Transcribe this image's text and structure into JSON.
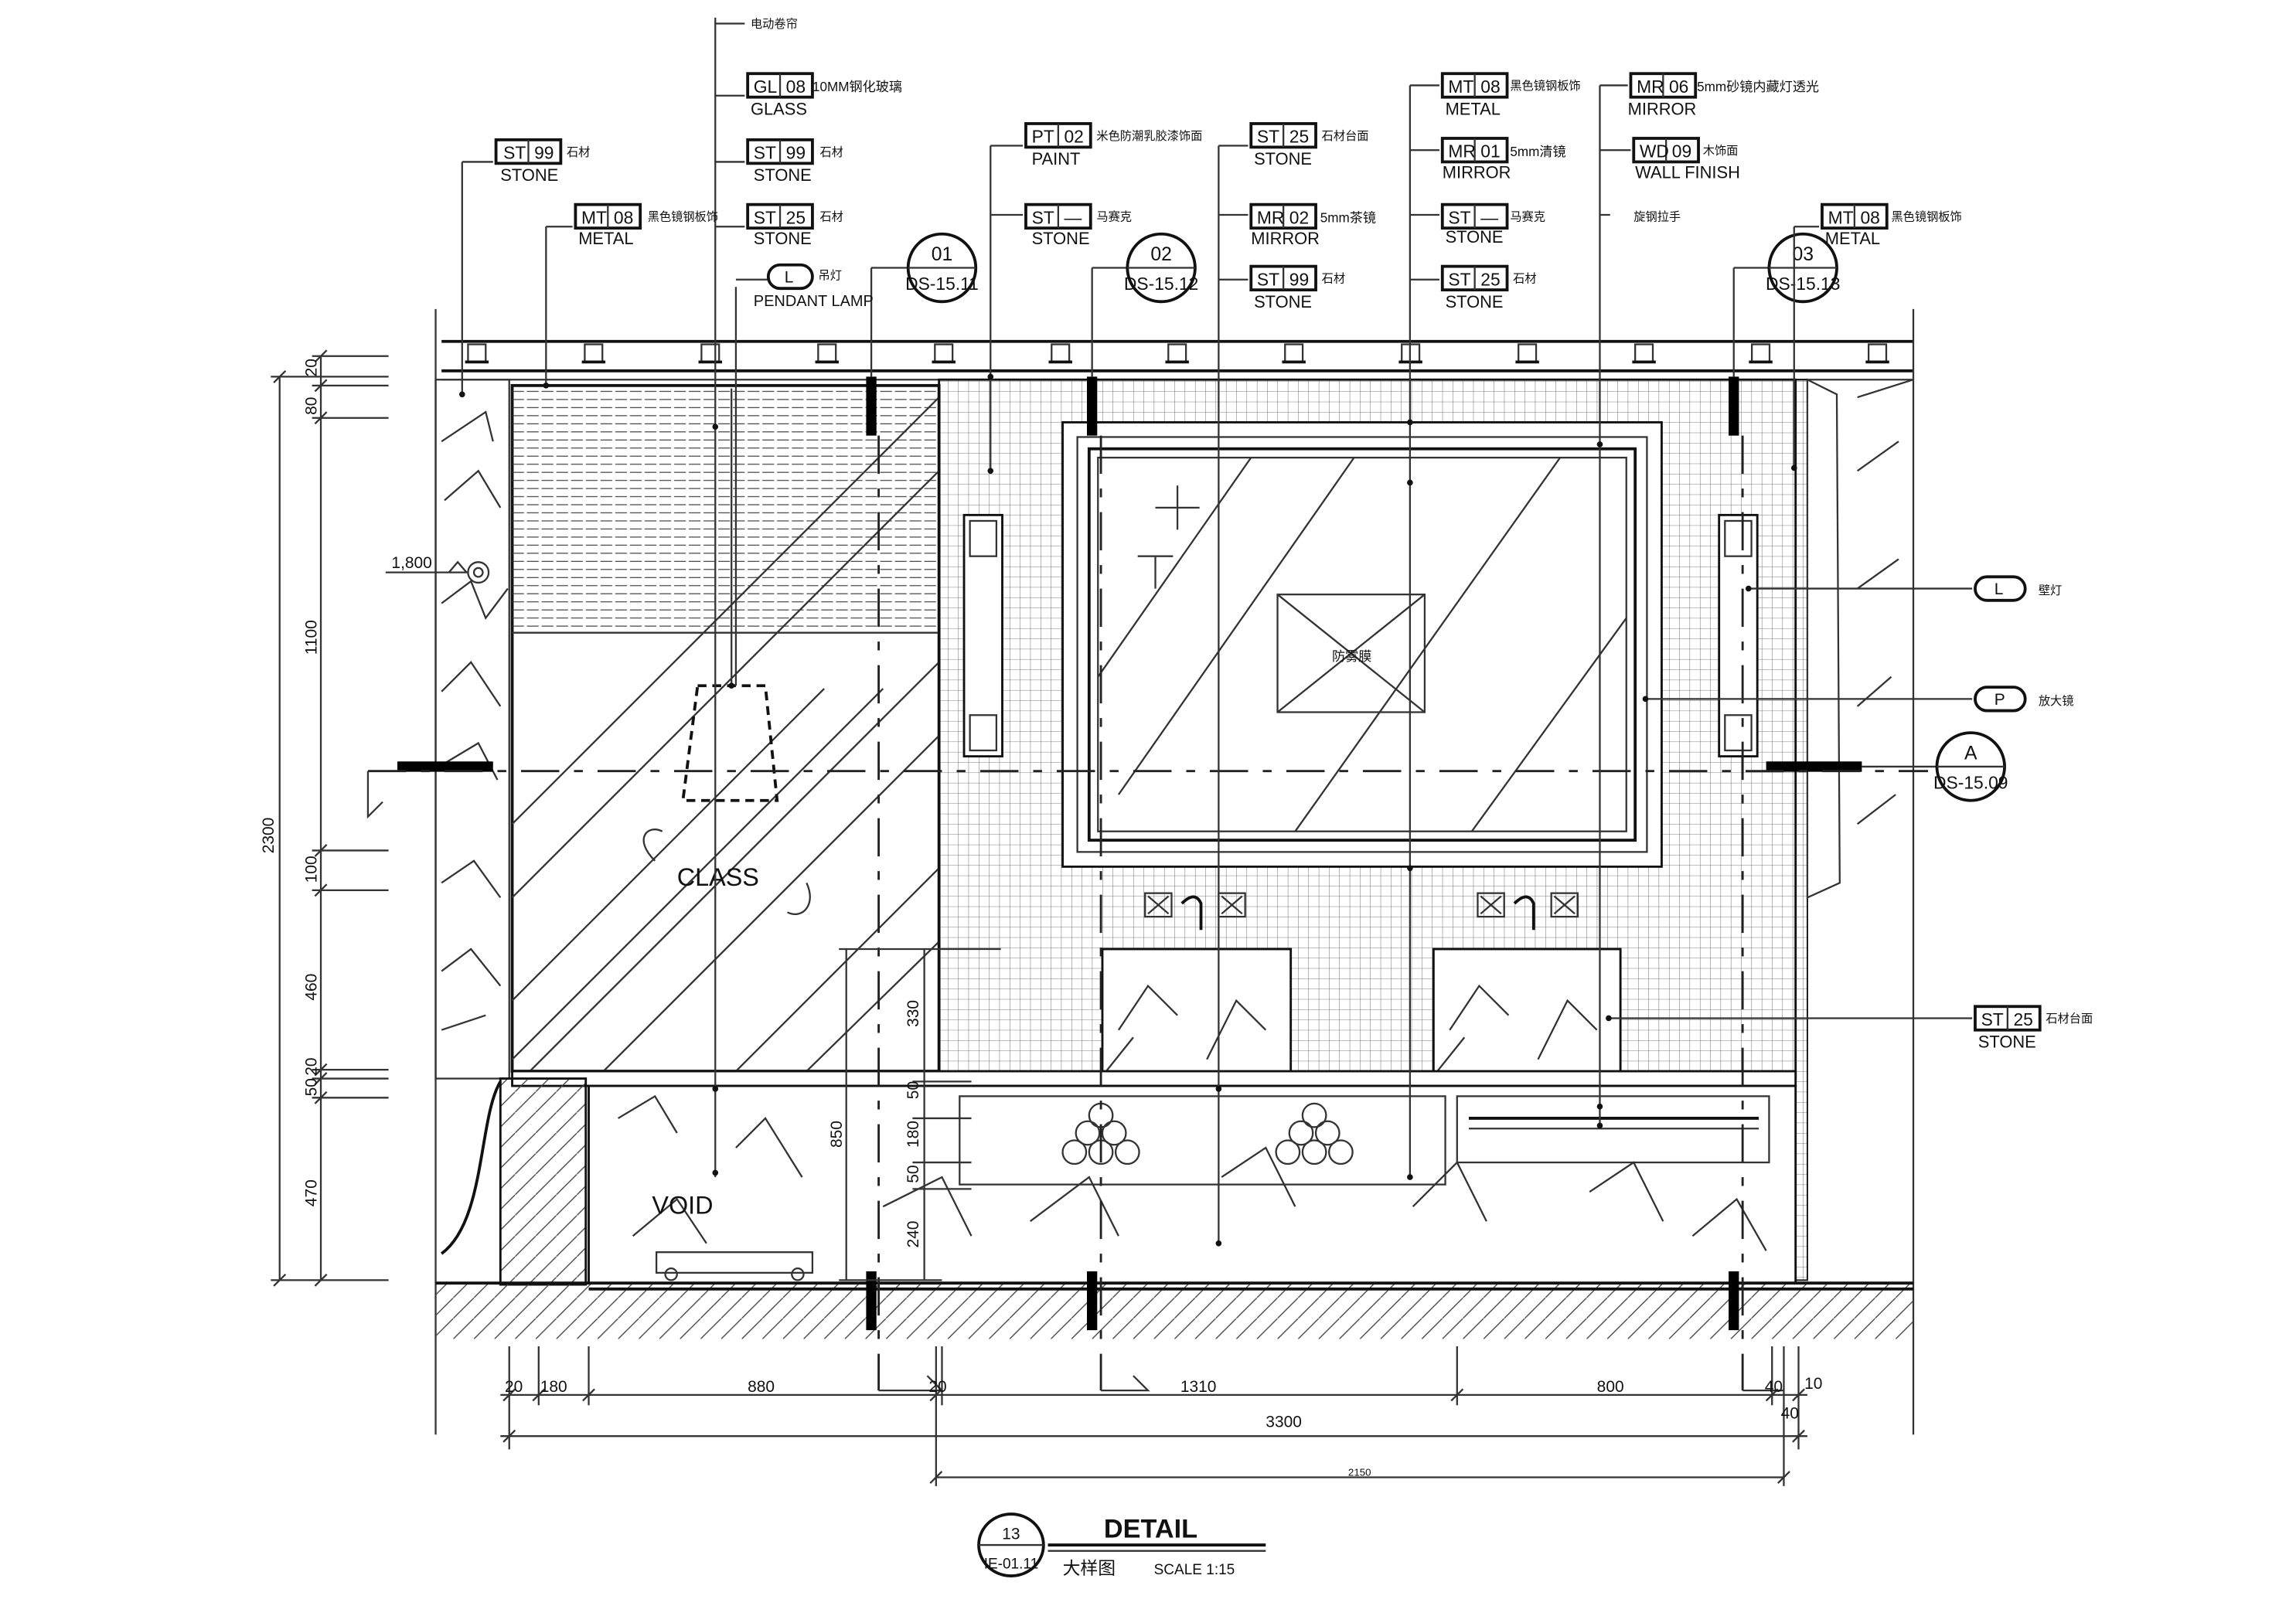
{
  "callouts": {
    "c1": {
      "code": "ST",
      "num": "99",
      "name": "STONE",
      "note": "石材"
    },
    "c2": {
      "code": "MT",
      "num": "08",
      "name": "METAL",
      "note": "黑色镜钢板饰"
    },
    "c3": {
      "top_note": "电动卷帘",
      "code": "GL",
      "num": "08",
      "name": "GLASS",
      "note": "10MM钢化玻璃"
    },
    "c4": {
      "code": "ST",
      "num": "99",
      "name": "STONE",
      "note": "石材"
    },
    "c5": {
      "code": "ST",
      "num": "25",
      "name": "STONE",
      "note": "石材"
    },
    "c6": {
      "code": "L",
      "name": "PENDANT LAMP",
      "note": "吊灯"
    },
    "c7": {
      "code": "PT",
      "num": "02",
      "name": "PAINT",
      "note": "米色防潮乳胶漆饰面"
    },
    "c8": {
      "code": "ST",
      "num": "—",
      "name": "STONE",
      "note": "马赛克"
    },
    "c9": {
      "code": "ST",
      "num": "25",
      "name": "STONE",
      "note": "石材台面"
    },
    "c10": {
      "code": "MR",
      "num": "02",
      "name": "MIRROR",
      "note": "5mm茶镜"
    },
    "c11": {
      "code": "ST",
      "num": "99",
      "name": "STONE",
      "note": "石材"
    },
    "c12": {
      "code": "MT",
      "num": "08",
      "name": "METAL",
      "note": "黑色镜钢板饰"
    },
    "c13": {
      "code": "MR",
      "num": "01",
      "name": "MIRROR",
      "note": "5mm清镜"
    },
    "c14": {
      "code": "ST",
      "num": "—",
      "name": "STONE",
      "note": "马赛克"
    },
    "c15": {
      "code": "ST",
      "num": "25",
      "name": "STONE",
      "note": "石材"
    },
    "c16": {
      "code": "MR",
      "num": "06",
      "name": "MIRROR",
      "note": "5mm砂镜内藏灯透光"
    },
    "c17": {
      "code": "WD",
      "num": "09",
      "name": "WALL FINISH",
      "note": "木饰面",
      "bottom_note": "旋钢拉手"
    },
    "c18": {
      "code": "MT",
      "num": "08",
      "name": "METAL",
      "note": "黑色镜钢板饰"
    },
    "right1": {
      "code": "L",
      "note": "壁灯"
    },
    "right2": {
      "code": "P",
      "note": "放大镜"
    },
    "right3": {
      "code": "ST",
      "num": "25",
      "name": "STONE",
      "note": "石材台面"
    }
  },
  "section_refs": {
    "s1": {
      "num": "01",
      "sheet": "DS-15.11"
    },
    "s2": {
      "num": "02",
      "sheet": "DS-15.12"
    },
    "s3": {
      "num": "03",
      "sheet": "DS-15.13"
    },
    "sa": {
      "num": "A",
      "sheet": "DS-15.09"
    }
  },
  "labels": {
    "class_text": "CLASS",
    "void_text": "VOID",
    "mirror_center_note": "防雾膜",
    "level_mark": "1,800"
  },
  "dimensions": {
    "vertical": [
      "20",
      "80",
      "1100",
      "2300",
      "100",
      "460",
      "50",
      "20",
      "470",
      "330",
      "850",
      "50",
      "180",
      "50",
      "240"
    ],
    "horizontal": [
      "20",
      "180",
      "880",
      "20",
      "1310",
      "800",
      "40",
      "10",
      "40",
      "3300",
      "2150"
    ]
  },
  "title_block": {
    "detail_num": "13",
    "sheet": "IE-01.11",
    "title": "DETAIL",
    "subtitle": "大样图",
    "scale": "SCALE 1:15"
  }
}
